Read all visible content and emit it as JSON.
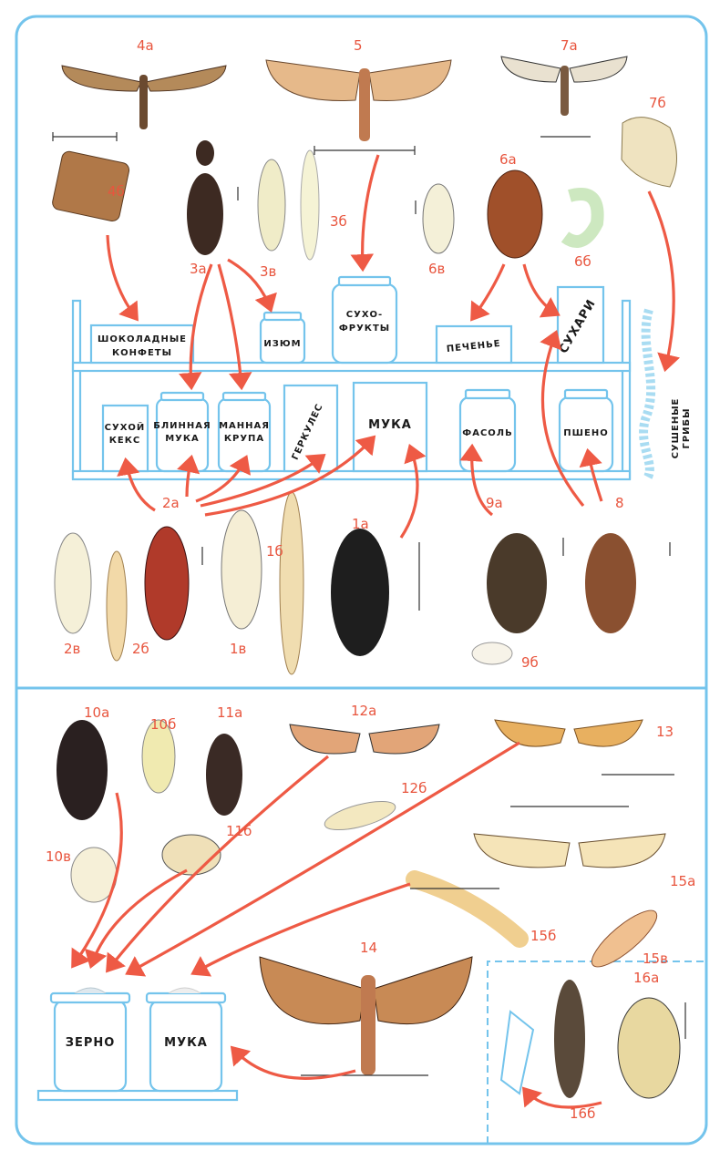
{
  "containers": {
    "chocolate": [
      "ШОКОЛАДНЫЕ",
      "КОНФЕТЫ"
    ],
    "raisins": "ИЗЮМ",
    "dried_fruit": [
      "СУХО-",
      "ФРУКТЫ"
    ],
    "cookies": "ПЕЧЕНЬЕ",
    "rusks": "СУХАРИ",
    "dry_cake": [
      "СУХОЙ",
      "КЕКС"
    ],
    "pancake_flour": [
      "БЛИННАЯ",
      "МУКА"
    ],
    "semolina": [
      "МАННАЯ",
      "КРУПА"
    ],
    "oats": "ГЕРКУЛЕС",
    "flour": "МУКА",
    "beans": "ФАСОЛЬ",
    "millet": "ПШЕНО",
    "dried_mushrooms": [
      "СУШЕНЫЕ",
      "ГРИБЫ"
    ],
    "grain": "ЗЕРНО",
    "flour2": "МУКА"
  },
  "labels": {
    "l4a": "4а",
    "l5": "5",
    "l7a": "7а",
    "l4b": "4б",
    "l7b": "7б",
    "l3a": "3а",
    "l3v": "3в",
    "l3b": "3б",
    "l6a": "6а",
    "l6v": "6в",
    "l6b": "6б",
    "l2a": "2а",
    "l1a": "1а",
    "l9a": "9а",
    "l8": "8",
    "l2v": "2в",
    "l2b": "2б",
    "l1v": "1в",
    "l1b": "1б",
    "l9b": "9б",
    "l10a": "10а",
    "l10b": "10б",
    "l11a": "11а",
    "l12a": "12а",
    "l13": "13",
    "l12b": "12б",
    "l11b": "11б",
    "l10v": "10в",
    "l15a": "15а",
    "l15b": "15б",
    "l15v": "15в",
    "l14": "14",
    "l16a": "16а",
    "l16b": "16б"
  },
  "colors": {
    "frame": "#74c4ec",
    "arrow": "#ee5a45",
    "label": "#e8553e"
  }
}
